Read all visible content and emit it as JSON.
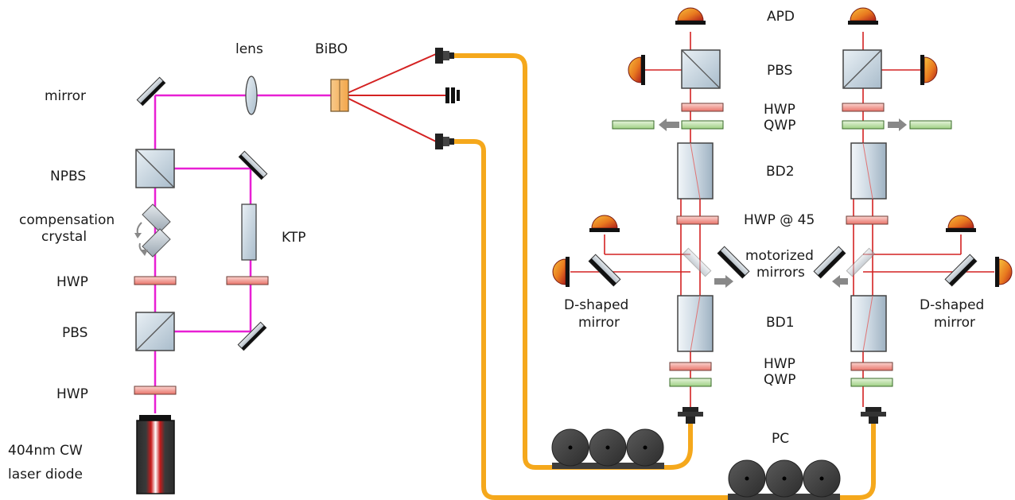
{
  "labels": {
    "lens": "lens",
    "bibo": "BiBO",
    "mirror": "mirror",
    "npbs": "NPBS",
    "compensation_line1": "compensation",
    "compensation_line2": "crystal",
    "ktp": "KTP",
    "hwp_source_1": "HWP",
    "pbs_source": "PBS",
    "hwp_source_2": "HWP",
    "laser_line1": "404nm CW",
    "laser_line2": "laser diode",
    "apd": "APD",
    "pbs_detect": "PBS",
    "hwp_top": "HWP",
    "qwp_top": "QWP",
    "bd2": "BD2",
    "hwp45": "HWP @ 45",
    "motorized_line1": "motorized",
    "motorized_line2": "mirrors",
    "dshaped_left_line1": "D-shaped",
    "dshaped_left_line2": "mirror",
    "dshaped_right_line1": "D-shaped",
    "dshaped_right_line2": "mirror",
    "bd1": "BD1",
    "hwp_bottom": "HWP",
    "qwp_bottom": "QWP",
    "pc": "PC"
  },
  "colors": {
    "pump_beam": "#e81fd4",
    "photon_beam": "#d42222",
    "fiber": "#f5a81c",
    "waveplate_hwp": "#ef8a80",
    "waveplate_qwp": "#b5dea0",
    "optic_glass": "#c3d3df",
    "mirror_dark": "#1a1a1a",
    "detector_orange": "#e98b1f",
    "detector_red": "#c2261f",
    "paddle": "#3d3d3d",
    "arrow_gray": "#888888"
  },
  "icons": [
    "mirror-icon",
    "lens-icon",
    "crystal-icon",
    "beam-splitter-icon",
    "waveplate-icon",
    "detector-icon",
    "fiber-coupler-icon",
    "polarization-controller-icon",
    "laser-icon",
    "beam-displacer-icon"
  ]
}
